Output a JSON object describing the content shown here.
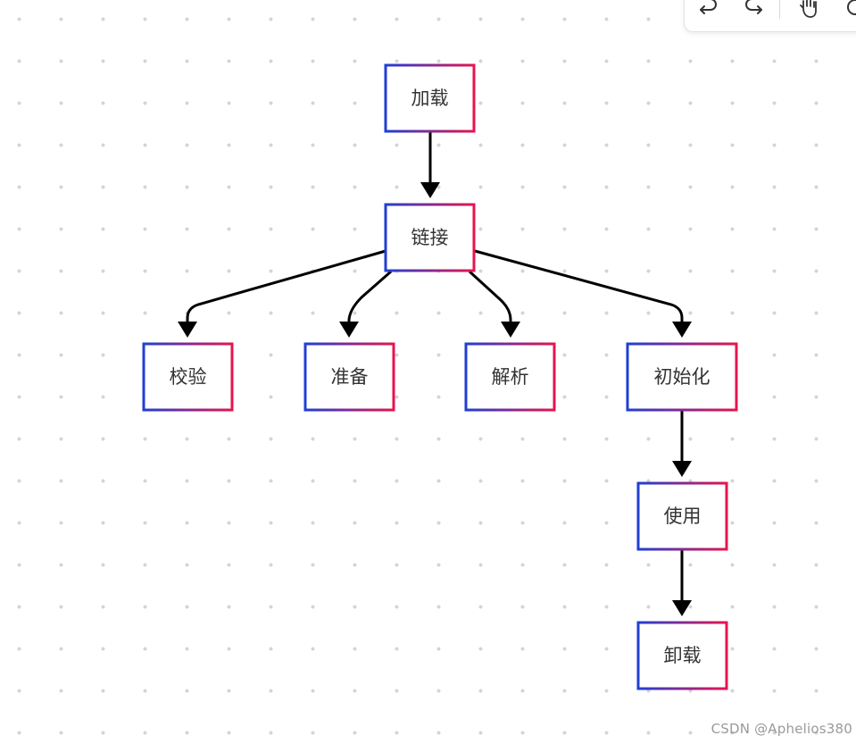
{
  "toolbar": {
    "buttons": [
      {
        "name": "undo",
        "icon": "undo-icon"
      },
      {
        "name": "redo",
        "icon": "redo-icon"
      },
      {
        "name": "pan",
        "icon": "hand-icon"
      },
      {
        "name": "extra",
        "icon": "circle-icon"
      }
    ]
  },
  "colors": {
    "gradient_start": "#1f3fd6",
    "gradient_end": "#e8134e",
    "edge": "#000000",
    "label": "#333333"
  },
  "diagram": {
    "nodes": [
      {
        "id": "load",
        "label": "加载"
      },
      {
        "id": "link",
        "label": "链接"
      },
      {
        "id": "verify",
        "label": "校验"
      },
      {
        "id": "prepare",
        "label": "准备"
      },
      {
        "id": "resolve",
        "label": "解析"
      },
      {
        "id": "init",
        "label": "初始化"
      },
      {
        "id": "use",
        "label": "使用"
      },
      {
        "id": "unload",
        "label": "卸载"
      }
    ],
    "edges": [
      {
        "from": "load",
        "to": "link"
      },
      {
        "from": "link",
        "to": "verify"
      },
      {
        "from": "link",
        "to": "prepare"
      },
      {
        "from": "link",
        "to": "resolve"
      },
      {
        "from": "link",
        "to": "init"
      },
      {
        "from": "init",
        "to": "use"
      },
      {
        "from": "use",
        "to": "unload"
      }
    ]
  },
  "watermark": "CSDN @Aphelios380"
}
